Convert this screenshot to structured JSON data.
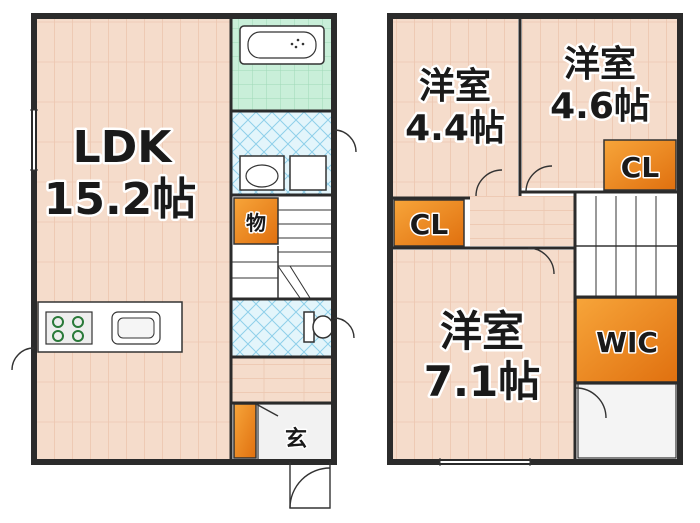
{
  "floor1": {
    "ldk_label": "LDK",
    "ldk_area": "15.2帖",
    "storage_label": "物",
    "entrance_label": "玄"
  },
  "floor2": {
    "room_a_label": "洋室",
    "room_a_area": "4.4帖",
    "room_b_label": "洋室",
    "room_b_area": "4.6帖",
    "room_c_label": "洋室",
    "room_c_area": "7.1帖",
    "closet_1_label": "CL",
    "closet_2_label": "CL",
    "wic_label": "WIC"
  },
  "colors": {
    "floor_wood": "#f5dccb",
    "wood_line": "#e9bfa6",
    "closet_orange": "#f08a1c",
    "tile": "#d8f0f8",
    "tile_line": "#8fd0ea",
    "bath_green": "#c9efd9",
    "stair": "#ffffff"
  }
}
